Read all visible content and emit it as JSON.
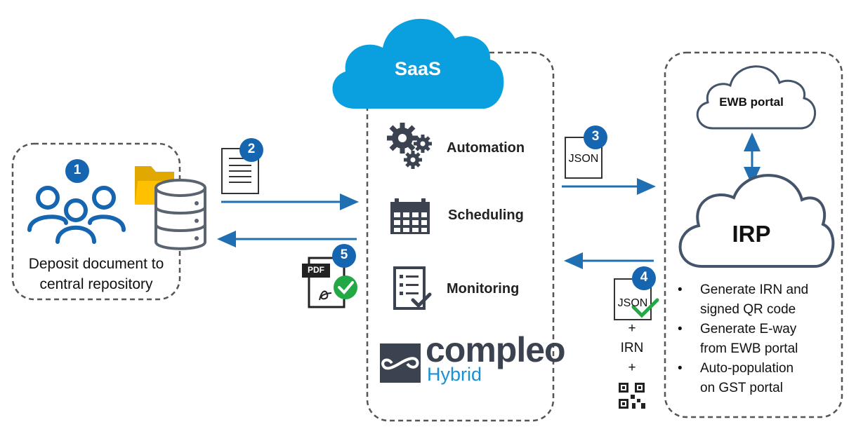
{
  "left_box": {
    "step": "1",
    "caption_line1": "Deposit document to",
    "caption_line2": "central repository"
  },
  "step2": {
    "number": "2"
  },
  "step3": {
    "number": "3",
    "file_label": "JSON"
  },
  "step4": {
    "number": "4",
    "file_label": "JSON",
    "plus1": "+",
    "irn": "IRN",
    "plus2": "+"
  },
  "step5": {
    "number": "5",
    "file_label": "PDF"
  },
  "saas": {
    "cloud_label": "SaaS",
    "items": [
      {
        "label": "Automation",
        "icon": "gears-icon"
      },
      {
        "label": "Scheduling",
        "icon": "calendar-icon"
      },
      {
        "label": "Monitoring",
        "icon": "checklist-icon"
      }
    ],
    "logo": {
      "brand": "compleo",
      "sub": "Hybrid"
    }
  },
  "irp_box": {
    "ewb_label": "EWB portal",
    "irp_label": "IRP",
    "bullets": [
      {
        "line1": "Generate IRN and",
        "line2": "signed QR code"
      },
      {
        "line1": "Generate E-way",
        "line2": "from EWB portal"
      },
      {
        "line1": "Auto-population",
        "line2": "on GST portal"
      }
    ]
  },
  "colors": {
    "arrow": "#1f6fb2",
    "badge": "#1565b0",
    "cloud_fill": "#0aa0e0",
    "icon_blue": "#1565b0",
    "folder": "#ffc000",
    "check": "#22a845",
    "dashed_border": "#555555",
    "logo_dark": "#3b4350",
    "logo_blue": "#1a8fd6"
  }
}
